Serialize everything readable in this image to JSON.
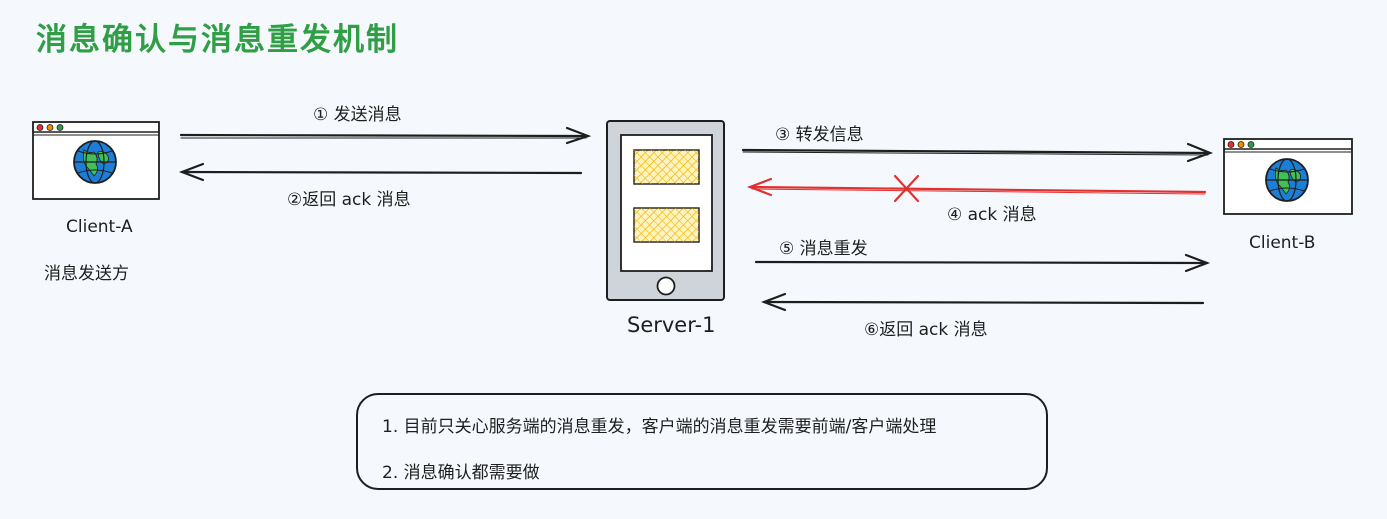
{
  "title": "消息确认与消息重发机制",
  "client_a": {
    "name": "Client-A",
    "role": "消息发送方"
  },
  "client_b": {
    "name": "Client-B"
  },
  "server": {
    "name": "Server-1"
  },
  "arrows": {
    "send": "① 发送消息",
    "return_ack_a": "②返回 ack 消息",
    "forward": "③ 转发信息",
    "ack_b_failed": "④ ack 消息",
    "resend": "⑤ 消息重发",
    "return_ack_b": "⑥返回 ack 消息"
  },
  "notes": [
    "1. 目前只关心服务端的消息重发，客户端的消息重发需要前端/客户端处理",
    "2. 消息确认都需要做"
  ],
  "colors": {
    "title": "#2f9e44",
    "failed_arrow": "#e03131",
    "globe": "#1c7ed6",
    "land": "#2f9e44",
    "message_block": "#fcc419",
    "phone_body": "#ced4da"
  }
}
